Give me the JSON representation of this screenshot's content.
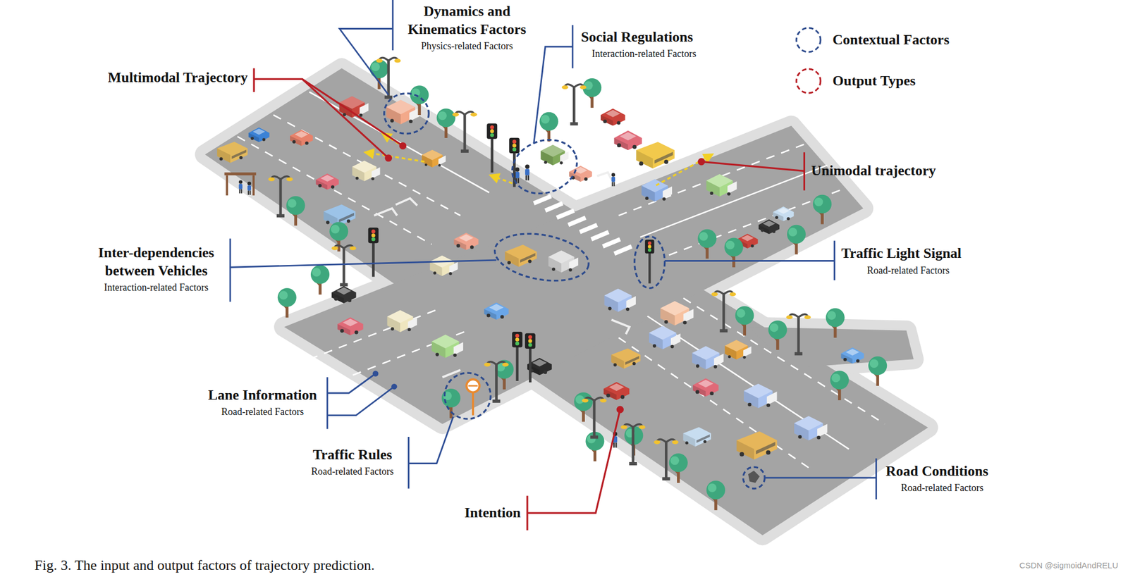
{
  "diagram": {
    "caption": "Fig. 3. The input and output factors of trajectory prediction.",
    "labels": [
      "Dynamics and Kinematics Factors",
      "Physics-related Factors",
      "Social Regulations",
      "Interaction-related Factors",
      "Multimodal Trajectory",
      "Unimodal trajectory",
      "Inter-dependencies between Vehicles",
      "Interaction-related Factors",
      "Traffic Light Signal",
      "Road-related Factors",
      "Lane Information",
      "Road-related Factors",
      "Traffic Rules",
      "Road-related Factors",
      "Road Conditions",
      "Road-related Factors",
      "Intention",
      "CSDN @sigmoidAndRELU"
    ],
    "legend": [
      {
        "text": "Contextual Factors"
      },
      {
        "text": "Output Types"
      }
    ]
  }
}
